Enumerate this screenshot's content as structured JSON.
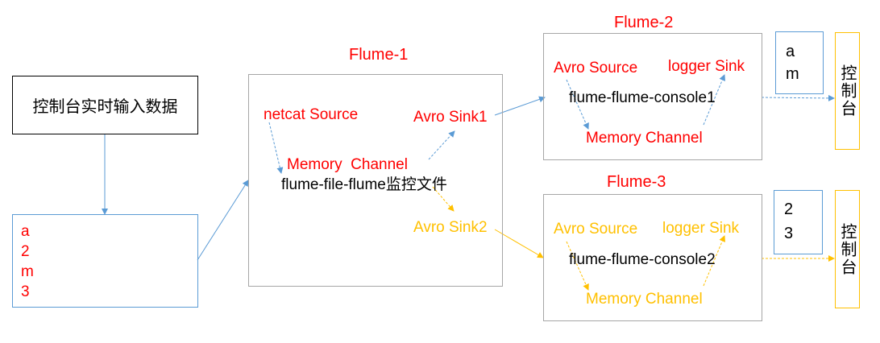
{
  "colors": {
    "red": "#ff0000",
    "amber": "#ffc000",
    "blue": "#5b9bd5",
    "gray": "#a6a6a6",
    "black": "#000000"
  },
  "input_box": {
    "label": "控制台实时输入数据"
  },
  "input_data": {
    "lines": [
      "a",
      "2",
      "m",
      "3"
    ]
  },
  "flume1": {
    "title": "Flume-1",
    "source": "netcat Source",
    "channel": "Memory  Channel",
    "config": "flume-file-flume监控文件",
    "sink1": "Avro Sink1",
    "sink2": "Avro Sink2"
  },
  "flume2": {
    "title": "Flume-2",
    "source": "Avro Source",
    "sink": "logger Sink",
    "config": "flume-flume-console1",
    "channel": "Memory Channel",
    "output_lines": [
      "a",
      "m"
    ],
    "console": "控制台"
  },
  "flume3": {
    "title": "Flume-3",
    "source": "Avro Source",
    "sink": "logger Sink",
    "config": "flume-flume-console2",
    "channel": "Memory Channel",
    "output_lines": [
      "2",
      "3"
    ],
    "console": "控制台"
  }
}
